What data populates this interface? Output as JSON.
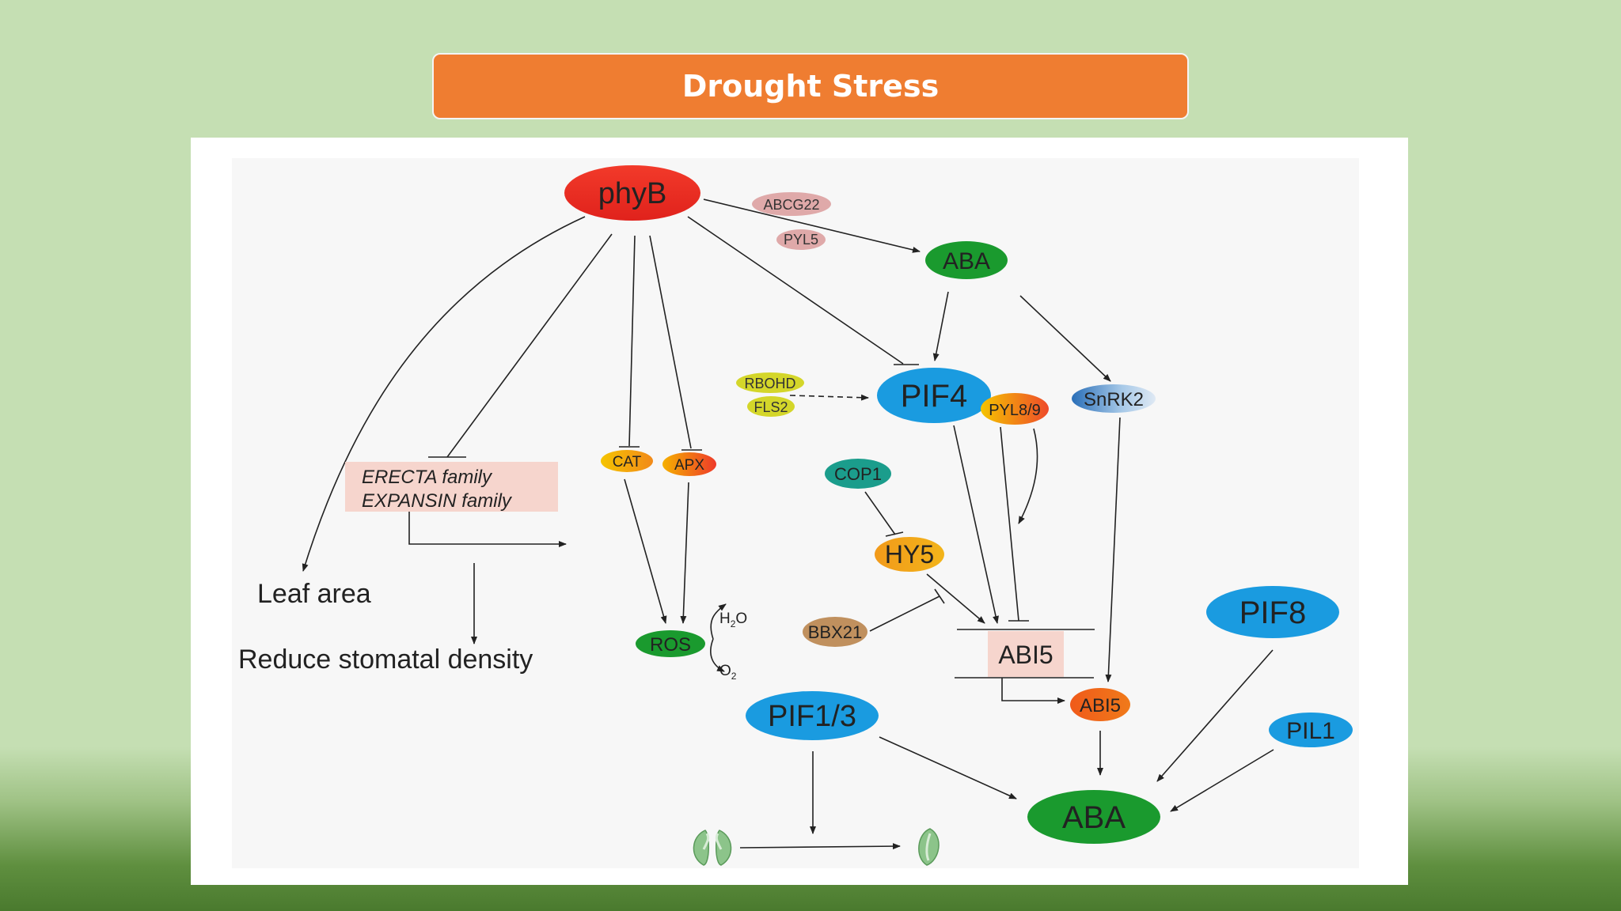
{
  "slide": {
    "title": "Drought Stress"
  },
  "diagram": {
    "nodes": {
      "phyB": "phyB",
      "abcg22": "ABCG22",
      "pyl5": "PYL5",
      "aba_top": "ABA",
      "pif4": "PIF4",
      "snrk2": "SnRK2",
      "rbohd": "RBOHD",
      "fls2": "FLS2",
      "pyl89": "PYL8/9",
      "cat": "CAT",
      "apx": "APX",
      "cop1": "COP1",
      "hy5": "HY5",
      "bbx21": "BBX21",
      "abi5_box": "ABI5",
      "abi5": "ABI5",
      "pif8": "PIF8",
      "pil1": "PIL1",
      "pif13": "PIF1/3",
      "ros": "ROS",
      "aba_bottom": "ABA",
      "h2o": "H",
      "h2o_sub": "2",
      "h2o_o": "O",
      "o2": "O",
      "o2_sub": "2"
    },
    "erecta_box": {
      "line1": "ERECTA family",
      "line2": "EXPANSIN family"
    },
    "labels": {
      "leaf_area": "Leaf area",
      "stomatal": "Reduce stomatal density"
    },
    "colors": {
      "red": "#ee2a24",
      "green": "#1a9a2e",
      "blue": "#1a9be0",
      "yellow": "#f5c800",
      "orange": "#f28a1a",
      "teal": "#1b9d8c",
      "pink": "#e8b4b4",
      "tan": "#c0905e",
      "box": "#f6d5cd"
    }
  }
}
